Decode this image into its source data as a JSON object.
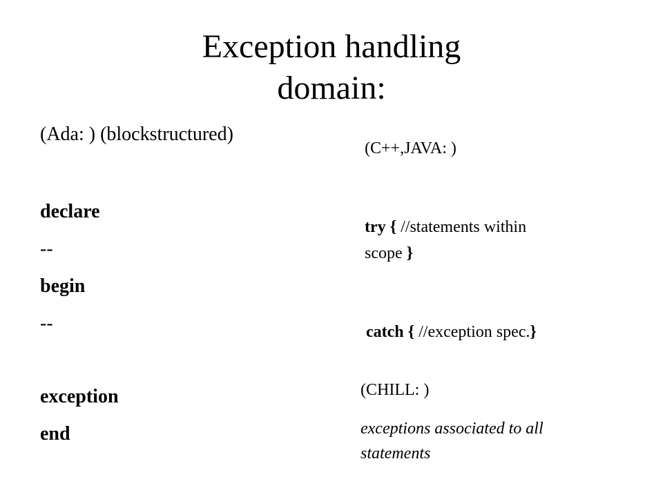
{
  "slide": {
    "title_line1": "Exception handling",
    "title_line2": "domain:",
    "ada": {
      "header": "(Ada: ) (blockstructured)",
      "declare": "declare",
      "dash1": "--",
      "begin": "begin",
      "dash2": "--",
      "exception": "exception",
      "end": "end"
    },
    "cpp_java": {
      "header": "(C++,JAVA: )",
      "try_kw": "try {",
      "try_body": " //statements within",
      "try_line2_text": "scope ",
      "try_close": "}",
      "catch_kw": "catch {",
      "catch_body": " //exception spec.",
      "catch_close": "}"
    },
    "chill": {
      "header": "(CHILL: )",
      "desc_line1": "exceptions associated to all",
      "desc_line2": "statements"
    }
  }
}
